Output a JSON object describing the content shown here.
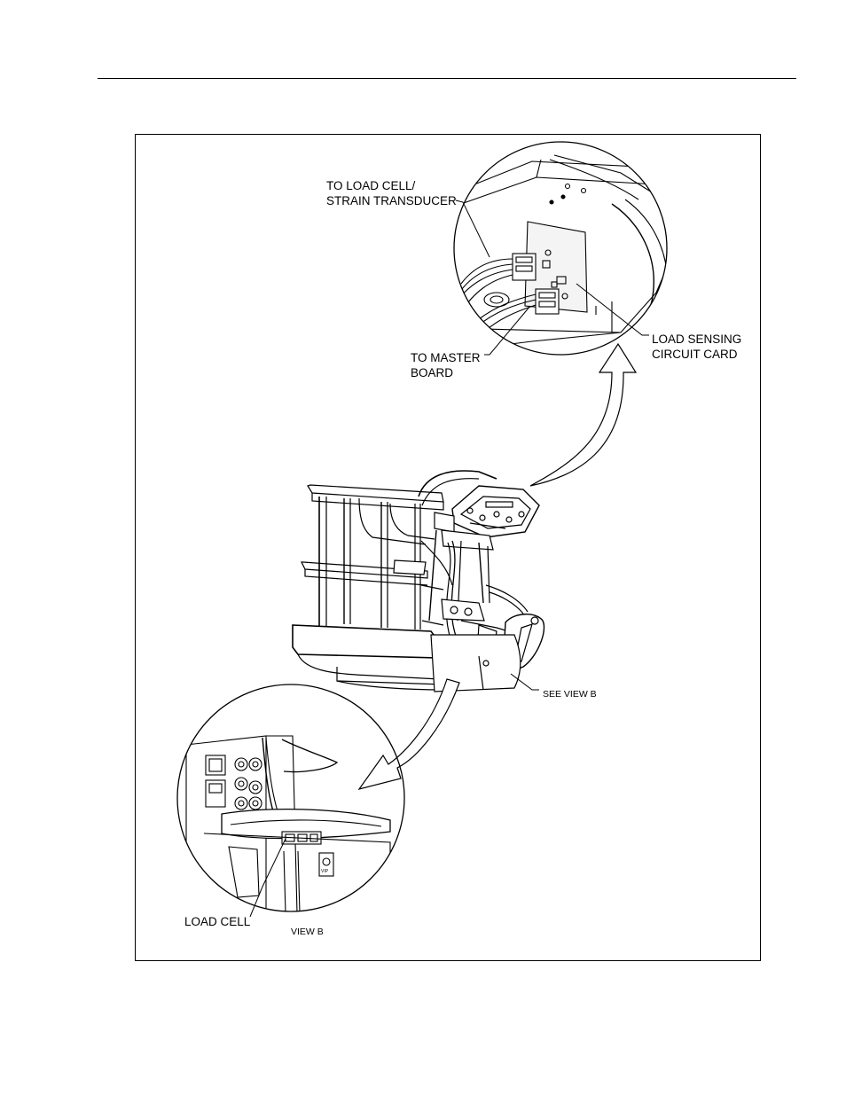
{
  "labels": {
    "to_load_cell_line1": "TO LOAD CELL/",
    "to_load_cell_line2": "STRAIN TRANSDUCER",
    "to_master_line1": "TO MASTER",
    "to_master_line2": "BOARD",
    "load_sensing_line1": "LOAD SENSING",
    "load_sensing_line2": "CIRCUIT CARD",
    "see_view_b": "SEE VIEW B",
    "load_cell": "LOAD CELL",
    "view_b": "VIEW B"
  }
}
